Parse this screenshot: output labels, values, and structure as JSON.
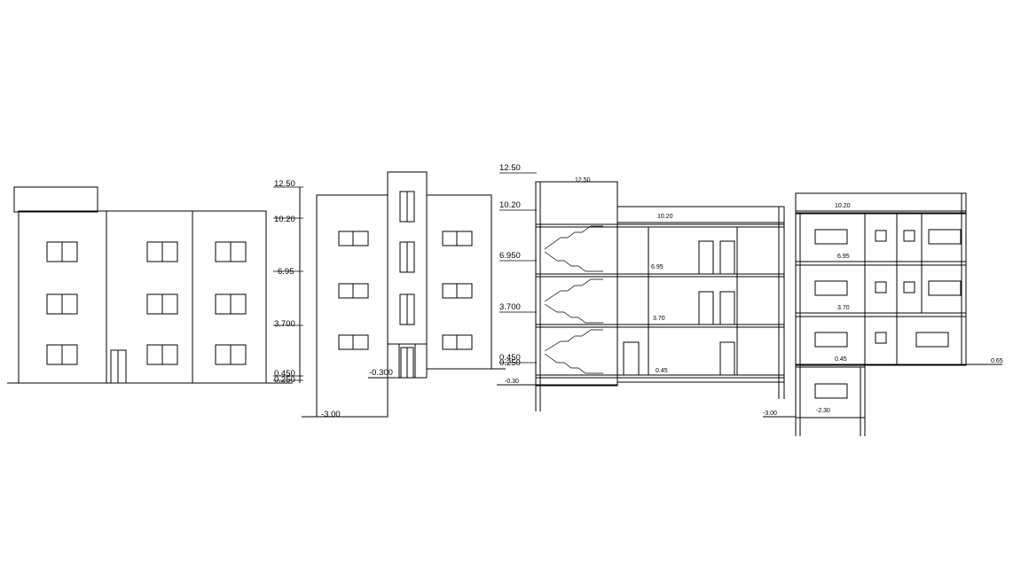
{
  "drawing": {
    "elevation_a": {
      "levels": [
        "12.50",
        "10.20",
        "6.95",
        "3.700",
        "0.450",
        "0.250"
      ]
    },
    "elevation_b": {
      "levels": [
        "-0.300",
        "-3.00"
      ]
    },
    "section_a": {
      "levels_left": [
        "12.50",
        "10.20",
        "6.950",
        "3.700",
        "0.450",
        "0.250",
        "-0.30"
      ],
      "floor_tags": [
        "12.50",
        "10.20",
        "6.95",
        "3.70",
        "0.45"
      ]
    },
    "section_b": {
      "floor_tags": [
        "10.20",
        "6.95",
        "3.70",
        "0.45",
        "-2.30"
      ],
      "levels": [
        "-3.00",
        "0.65"
      ]
    }
  }
}
